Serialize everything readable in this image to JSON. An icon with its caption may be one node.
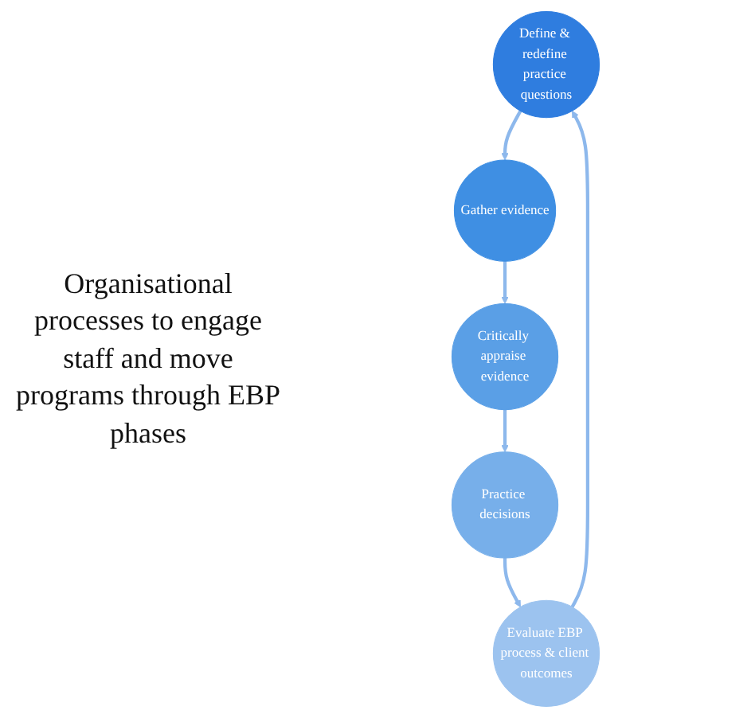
{
  "diagram": {
    "nodes": [
      {
        "text": [
          "Define & redefine practice questions"
        ]
      },
      {
        "text": [
          "Gather evidence"
        ]
      },
      {
        "text": [
          "Critically appraise evidence"
        ]
      },
      {
        "text": [
          "Practice decisions"
        ]
      },
      {
        "text": [
          "Evaluate EBP process & client outcomes"
        ]
      }
    ],
    "edges": [
      {
        "from": 0,
        "to": 1,
        "arrow": "to"
      },
      {
        "from": 1,
        "to": 2,
        "arrow": "to"
      },
      {
        "from": 2,
        "to": 3,
        "arrow": "to"
      },
      {
        "from": 3,
        "to": 4,
        "arrow": "to"
      },
      {
        "from": 4,
        "to": 0,
        "arrow": "to"
      }
    ],
    "labels": [
      "Organisational processes to engage staff and move programs through EBP phases"
    ]
  }
}
